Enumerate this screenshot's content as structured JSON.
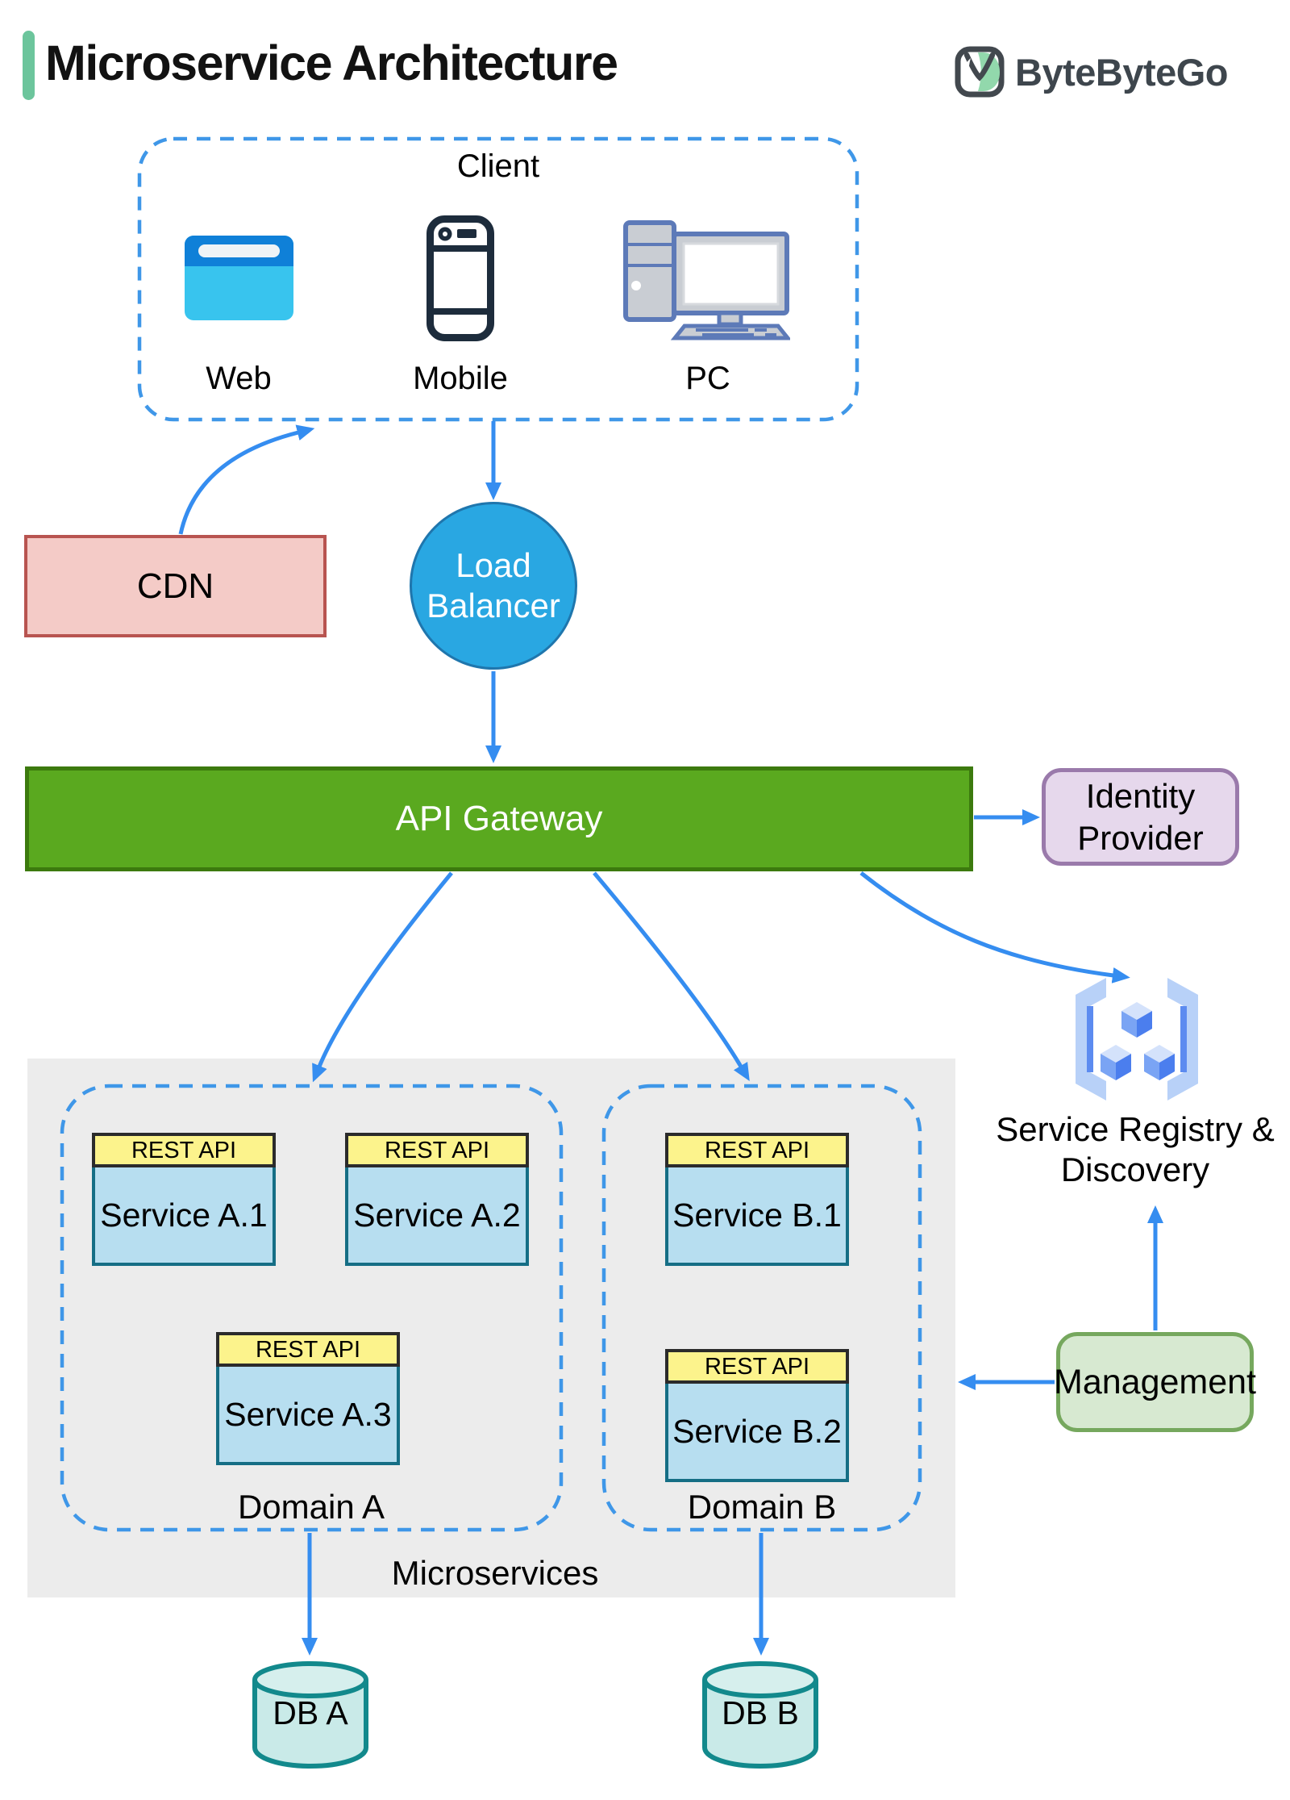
{
  "header": {
    "title": "Microservice Architecture",
    "brand": "ByteByteGo"
  },
  "client": {
    "title": "Client",
    "devices": [
      {
        "label": "Web",
        "icon": "browser-icon"
      },
      {
        "label": "Mobile",
        "icon": "smartphone-icon"
      },
      {
        "label": "PC",
        "icon": "desktop-computer-icon"
      }
    ]
  },
  "cdn": {
    "label": "CDN"
  },
  "load_balancer": {
    "line1": "Load",
    "line2": "Balancer"
  },
  "api_gateway": {
    "label": "API Gateway"
  },
  "identity_provider": {
    "line1": "Identity",
    "line2": "Provider"
  },
  "service_registry": {
    "line1": "Service Registry &",
    "line2": "Discovery",
    "icon": "cubes-brackets-icon"
  },
  "management": {
    "label": "Management"
  },
  "microservices": {
    "label": "Microservices",
    "domains": [
      {
        "label": "Domain A",
        "services": [
          {
            "api": "REST API",
            "name": "Service A.1"
          },
          {
            "api": "REST API",
            "name": "Service A.2"
          },
          {
            "api": "REST API",
            "name": "Service A.3"
          }
        ]
      },
      {
        "label": "Domain B",
        "services": [
          {
            "api": "REST API",
            "name": "Service B.1"
          },
          {
            "api": "REST API",
            "name": "Service B.2"
          }
        ]
      }
    ]
  },
  "databases": [
    {
      "label": "DB A"
    },
    {
      "label": "DB B"
    }
  ],
  "colors": {
    "accent_bar": "#6cc59c",
    "arrow_blue": "#358df0",
    "dashed_border_blue": "#3f97e8",
    "cdn_fill": "#f4cbc7",
    "cdn_border": "#b85450",
    "load_balancer_fill": "#29a7e2",
    "load_balancer_border": "#1f76ad",
    "gateway_fill": "#5aa91f",
    "gateway_border": "#3c7a0e",
    "identity_fill": "#e6d8ec",
    "identity_border": "#9a7aab",
    "panel_fill": "#ececec",
    "rest_api_fill": "#fcf38c",
    "rest_api_border": "#2b2b2b",
    "service_fill": "#b7def0",
    "service_border": "#156e85",
    "management_fill": "#d7e9d1",
    "management_border": "#76a85e",
    "db_fill": "#c9eae8",
    "db_border": "#12898c",
    "brand_text": "#3e464d",
    "brand_green": "#92d8ac"
  }
}
